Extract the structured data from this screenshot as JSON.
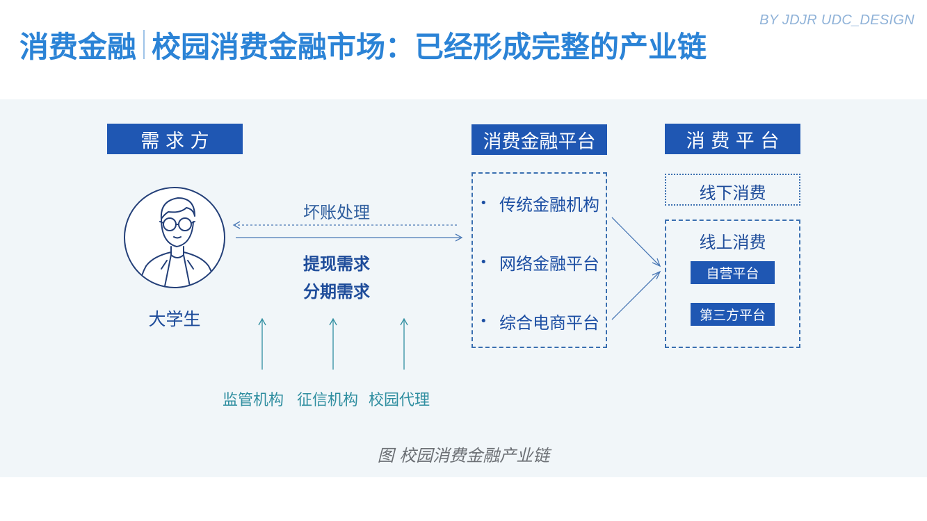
{
  "header": {
    "brand": "BY JDJR UDC_DESIGN",
    "title_left": "消费金融",
    "title_right": "校园消费金融市场：已经形成完整的产业链"
  },
  "diagram": {
    "demand_side": {
      "heading": "需 求 方",
      "person_label": "大学生",
      "avatar_icon": "student-avatar-icon"
    },
    "flows": {
      "bad_debt": "坏账处理",
      "cash_demand": "提现需求",
      "installment_demand": "分期需求"
    },
    "supporting_institutions": [
      "监管机构",
      "征信机构",
      "校园代理"
    ],
    "finance_platform": {
      "heading": "消费金融平台",
      "items": [
        "传统金融机构",
        "网络金融平台",
        "综合电商平台"
      ]
    },
    "consumption_platform": {
      "heading": "消 费 平 台",
      "offline": "线下消费",
      "online": "线上消费",
      "online_items": [
        "自营平台",
        "第三方平台"
      ]
    }
  },
  "caption": "图 校园消费金融产业链",
  "colors": {
    "title": "#2b83d6",
    "heading_box": "#1f57b3",
    "panel_bg": "#f1f6f9",
    "text_dark_blue": "#1e4c9a",
    "institution_teal": "#2f8ea0",
    "caption_gray": "#6b6f74"
  }
}
